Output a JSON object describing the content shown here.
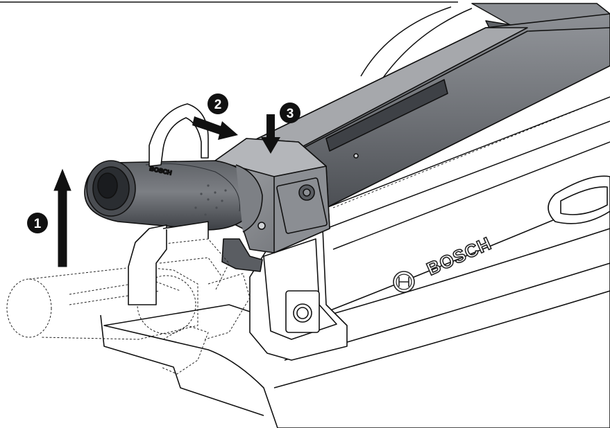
{
  "illustration": {
    "brand_label": "BOSCH",
    "handle_grip_label": "BOSCH",
    "steps": [
      {
        "number": "1",
        "arrow": "up"
      },
      {
        "number": "2",
        "arrow": "right"
      },
      {
        "number": "3",
        "arrow": "down"
      }
    ]
  },
  "colors": {
    "part_fill": "#6e7176",
    "part_dark": "#3e4146",
    "part_light": "#a9abaf",
    "outline": "#1a1a1a",
    "background": "#ffffff",
    "step_badge": "#111111"
  }
}
